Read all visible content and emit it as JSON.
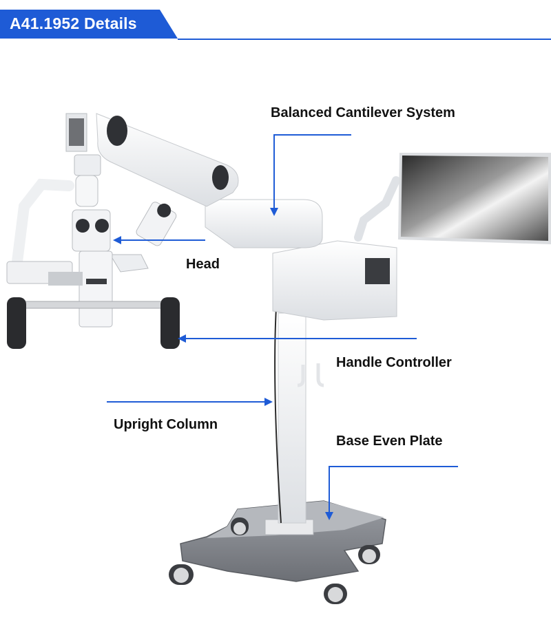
{
  "header": {
    "title": "A41.1952 Details",
    "accent_color": "#1e5bd6"
  },
  "labels": {
    "cantilever": "Balanced Cantilever System",
    "head": "Head",
    "handle": "Handle Controller",
    "column": "Upright Column",
    "base": "Base Even Plate"
  },
  "arrow_color": "#1e5bd6"
}
